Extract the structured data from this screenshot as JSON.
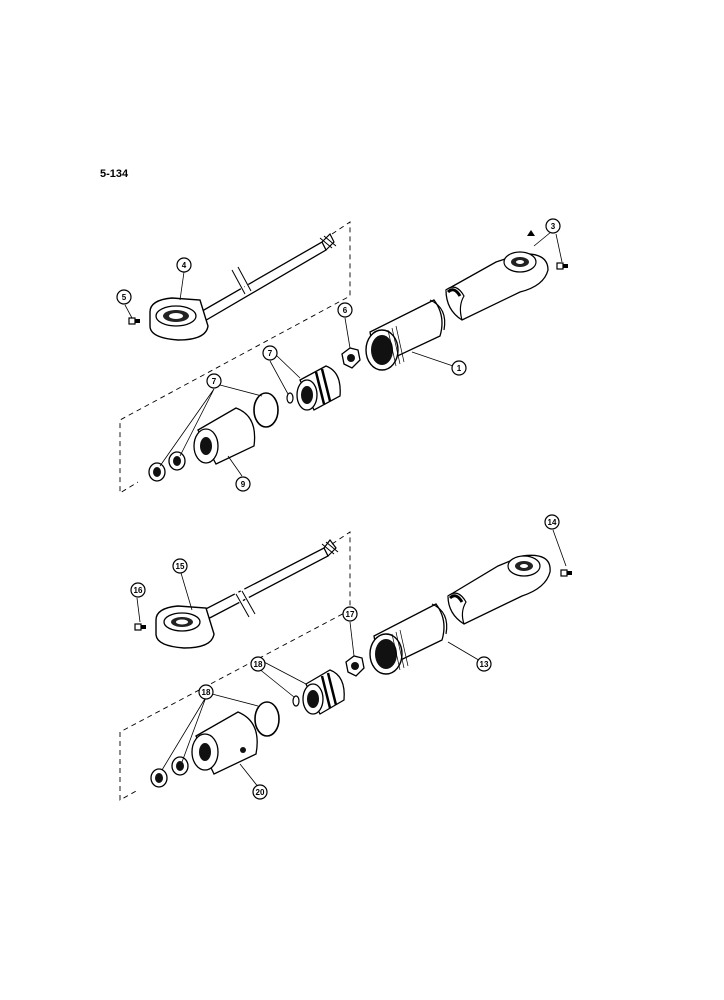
{
  "page": {
    "number": "5-134"
  },
  "assembly_upper": {
    "callouts": [
      {
        "id": "c1",
        "text": "1"
      },
      {
        "id": "c3",
        "text": "3"
      },
      {
        "id": "c4",
        "text": "4"
      },
      {
        "id": "c5",
        "text": "5"
      },
      {
        "id": "c6",
        "text": "6"
      },
      {
        "id": "c7a",
        "text": "7"
      },
      {
        "id": "c7b",
        "text": "7"
      },
      {
        "id": "c9",
        "text": "9"
      }
    ]
  },
  "assembly_lower": {
    "callouts": [
      {
        "id": "c13",
        "text": "13"
      },
      {
        "id": "c14",
        "text": "14"
      },
      {
        "id": "c15",
        "text": "15"
      },
      {
        "id": "c16",
        "text": "16"
      },
      {
        "id": "c17",
        "text": "17"
      },
      {
        "id": "c18a",
        "text": "18"
      },
      {
        "id": "c18b",
        "text": "18"
      },
      {
        "id": "c20",
        "text": "20"
      }
    ]
  }
}
